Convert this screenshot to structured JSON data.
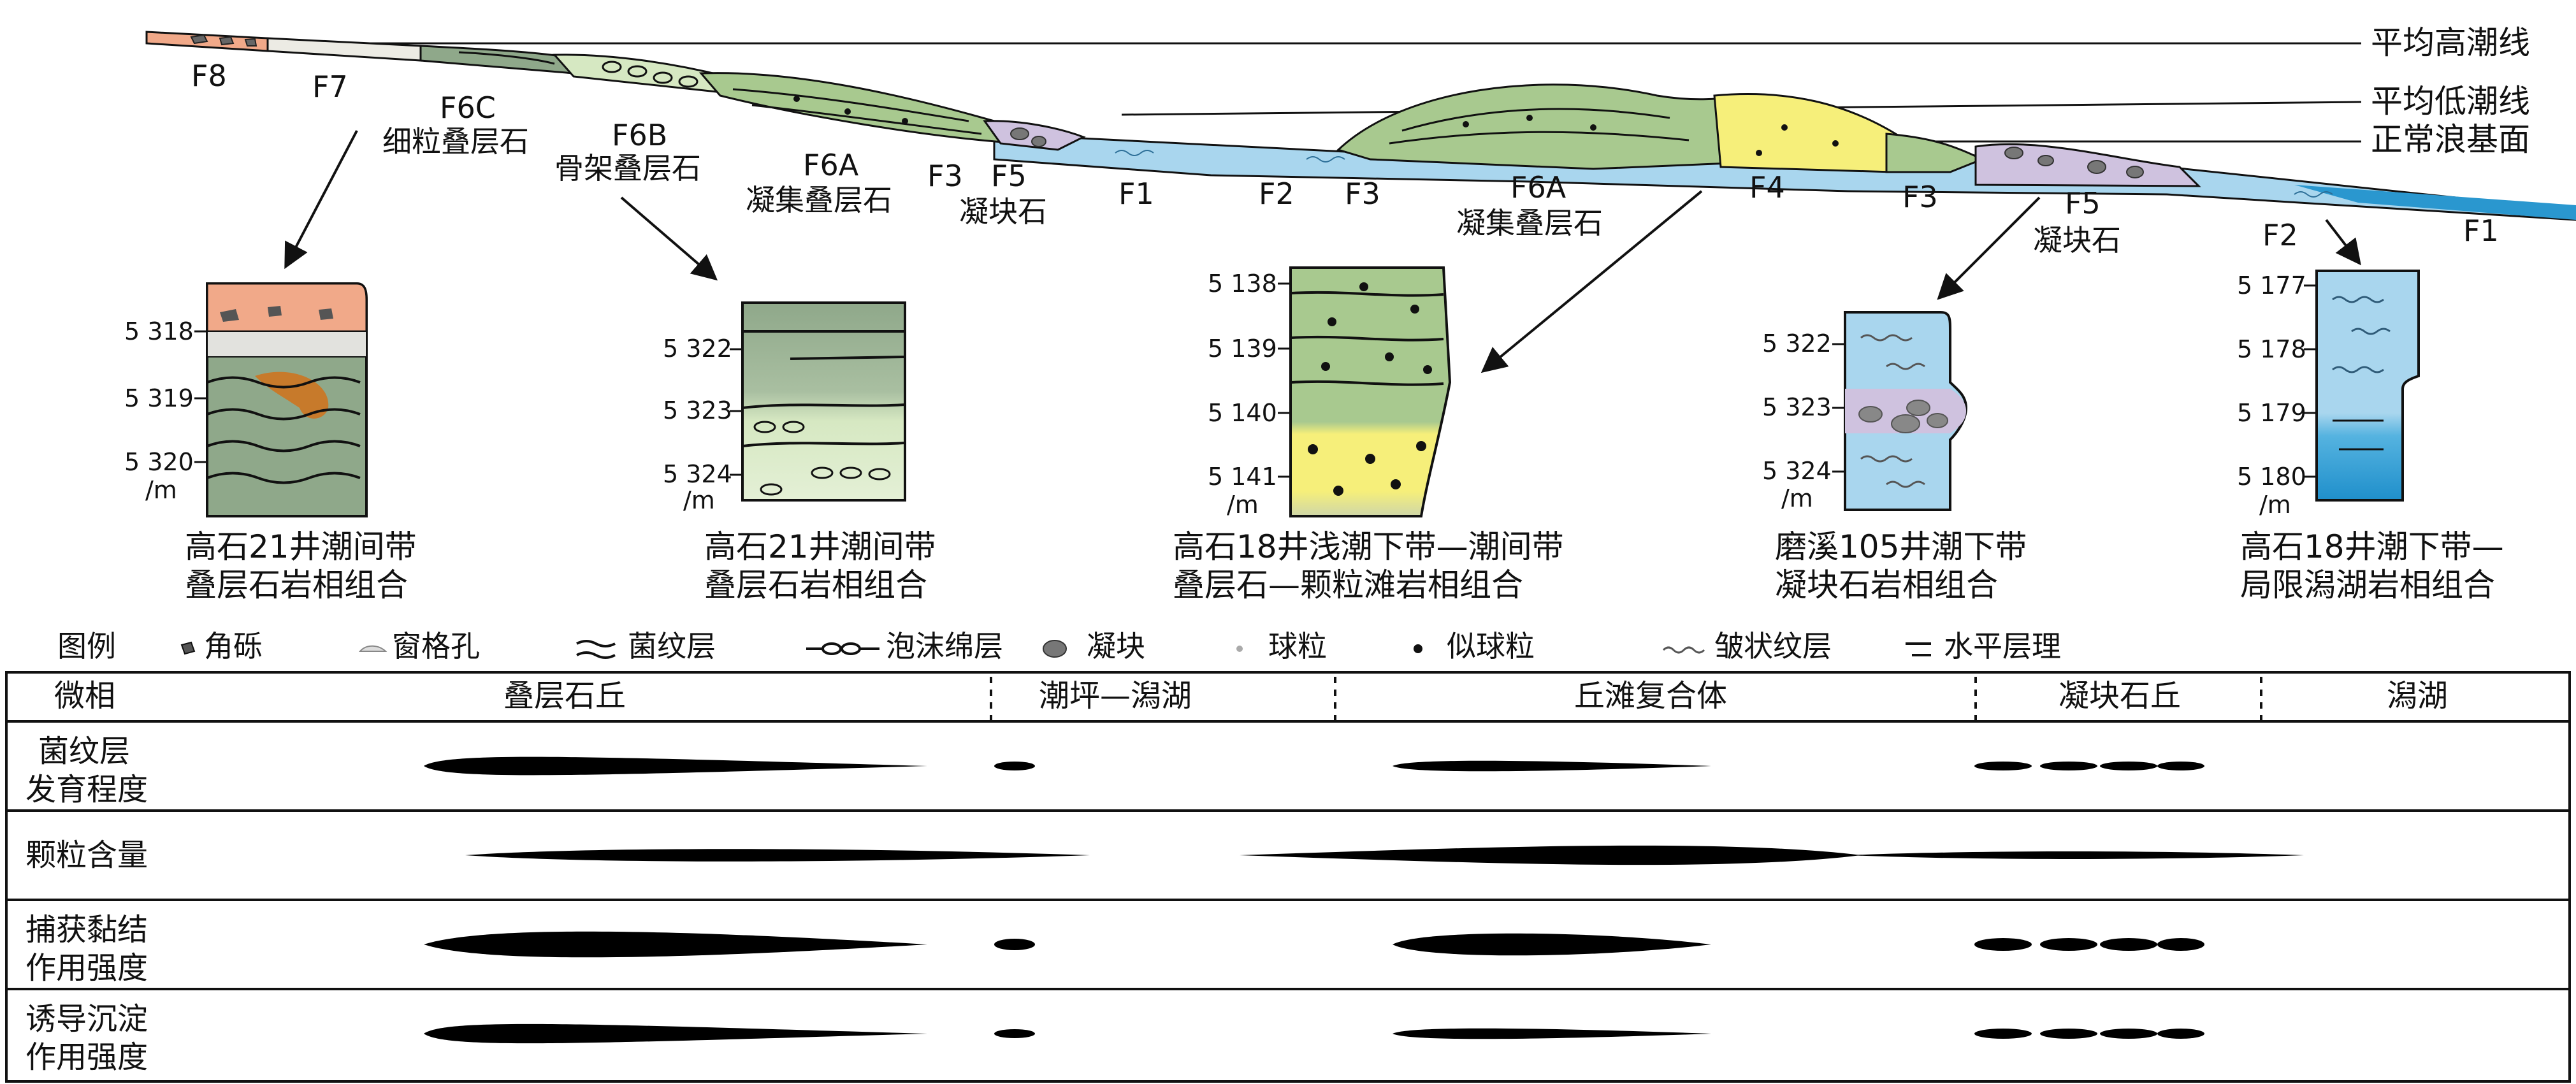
{
  "tide_lines": [
    "平均高潮线",
    "平均低潮线",
    "正常浪基面"
  ],
  "facies_labels": [
    {
      "code": "F8"
    },
    {
      "code": "F7"
    },
    {
      "code": "F6C",
      "name": "细粒叠层石"
    },
    {
      "code": "F6B",
      "name": "骨架叠层石"
    },
    {
      "code": "F6A",
      "name": "凝集叠层石"
    },
    {
      "code": "F3"
    },
    {
      "code": "F5",
      "name": "凝块石"
    },
    {
      "code": "F1"
    },
    {
      "code": "F2"
    },
    {
      "code": "F3"
    },
    {
      "code": "F6A",
      "name": "凝集叠层石"
    },
    {
      "code": "F4"
    },
    {
      "code": "F3"
    },
    {
      "code": "F5",
      "name": "凝块石"
    },
    {
      "code": "F2"
    },
    {
      "code": "F1"
    }
  ],
  "columns": [
    {
      "depths": [
        "5 318",
        "5 319",
        "5 320"
      ],
      "unit": "/m",
      "caption": [
        "高石21井潮间带",
        "叠层石岩相组合"
      ]
    },
    {
      "depths": [
        "5 322",
        "5 323",
        "5 324"
      ],
      "unit": "/m",
      "caption": [
        "高石21井潮间带",
        "叠层石岩相组合"
      ]
    },
    {
      "depths": [
        "5 138",
        "5 139",
        "5 140",
        "5 141"
      ],
      "unit": "/m",
      "caption": [
        "高石18井浅潮下带—潮间带",
        "叠层石—颗粒滩岩相组合"
      ]
    },
    {
      "depths": [
        "5 322",
        "5 323",
        "5 324"
      ],
      "unit": "/m",
      "caption": [
        "磨溪105井潮下带",
        "凝块石岩相组合"
      ]
    },
    {
      "depths": [
        "5 177",
        "5 178",
        "5 179",
        "5 180"
      ],
      "unit": "/m",
      "caption": [
        "高石18井潮下带—",
        "局限潟湖岩相组合"
      ]
    }
  ],
  "legend": {
    "title": "图例",
    "items": [
      {
        "label": "角砾",
        "icon": "breccia-icon"
      },
      {
        "label": "窗格孔",
        "icon": "fenestra-icon"
      },
      {
        "label": "菌纹层",
        "icon": "microbial-lamina-icon"
      },
      {
        "label": "泡沫绵层",
        "icon": "foam-layer-icon"
      },
      {
        "label": "凝块",
        "icon": "clot-icon"
      },
      {
        "label": "球粒",
        "icon": "pellet-icon"
      },
      {
        "label": "似球粒",
        "icon": "peloid-icon"
      },
      {
        "label": "皱状纹层",
        "icon": "crinkled-lamina-icon"
      },
      {
        "label": "水平层理",
        "icon": "horizontal-bedding-icon"
      }
    ]
  },
  "table": {
    "header_label": "微相",
    "microfacies": [
      "叠层石丘",
      "潮坪—潟湖",
      "丘滩复合体",
      "凝块石丘",
      "潟湖"
    ],
    "rows": [
      {
        "label": [
          "菌纹层",
          "发育程度"
        ]
      },
      {
        "label": [
          "颗粒含量"
        ]
      },
      {
        "label": [
          "捕获黏结",
          "作用强度"
        ]
      },
      {
        "label": [
          "诱导沉淀",
          "作用强度"
        ]
      }
    ]
  },
  "colors": {
    "stromatolite_green": "#a8c98f",
    "light_green": "#d6e8c2",
    "dark_green": "#8fa88a",
    "grain_yellow": "#f6ef7a",
    "lagoon_blue": "#a9d6ee",
    "deep_blue": "#2a97cf",
    "thrombolite_purple": "#cfc2df",
    "supratidal_orange": "#f1a989",
    "clot_gray": "#8a8a8a"
  }
}
